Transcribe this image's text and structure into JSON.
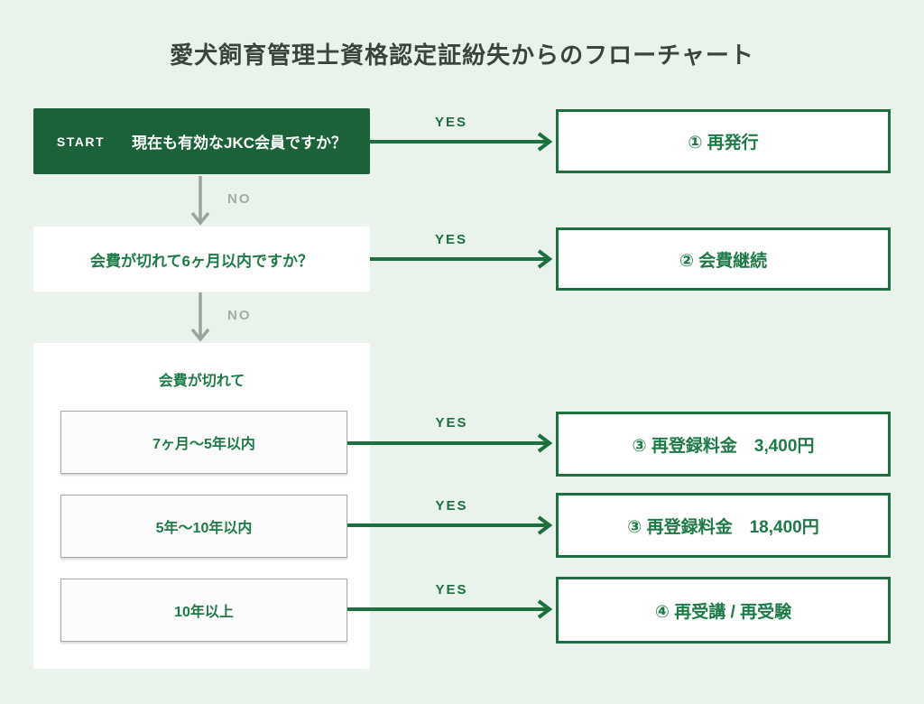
{
  "title": "愛犬飼育管理士資格認定証紛失からのフローチャート",
  "labels": {
    "yes": "YES",
    "no": "NO"
  },
  "start": {
    "badge": "START",
    "question": "現在も有効なJKC会員ですか？"
  },
  "questions": {
    "q2": "会費が切れて6ヶ月以内ですか？",
    "q3_header": "会費が切れて",
    "q3_option1": "7ヶ月〜5年以内",
    "q3_option2": "5年〜10年以内",
    "q3_option3": "10年以上"
  },
  "results": {
    "r1": "① 再発行",
    "r2": "② 会費継続",
    "r3": "③ 再登録料金　3,400円",
    "r4": "③ 再登録料金　18,400円",
    "r5": "④ 再受講 / 再受験"
  },
  "colors": {
    "background": "#E9F3EC",
    "dark_green_box": "#1B6238",
    "green_arrow_border": "#1D6F3F",
    "green_text": "#1E7A46",
    "gray_arrow": "#9CA39D"
  }
}
